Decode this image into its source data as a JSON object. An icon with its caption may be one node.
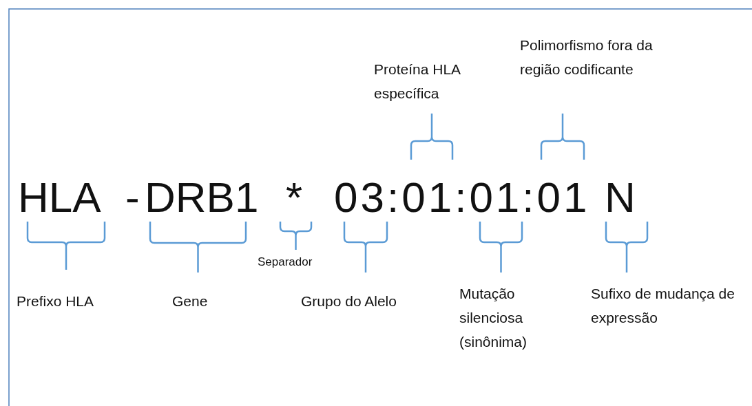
{
  "diagram": {
    "labels": [
      "Polimorfismo fora da região codificante",
      "Proteína HLA específica",
      "HLA",
      "-",
      "DRB1",
      "*",
      "03:01:01:01",
      "N",
      "Separador",
      "Prefixo HLA",
      "Gene",
      "Grupo do Alelo",
      "Mutação silenciosa (sinônima)",
      "Sufixo de mudança de expressão"
    ]
  }
}
